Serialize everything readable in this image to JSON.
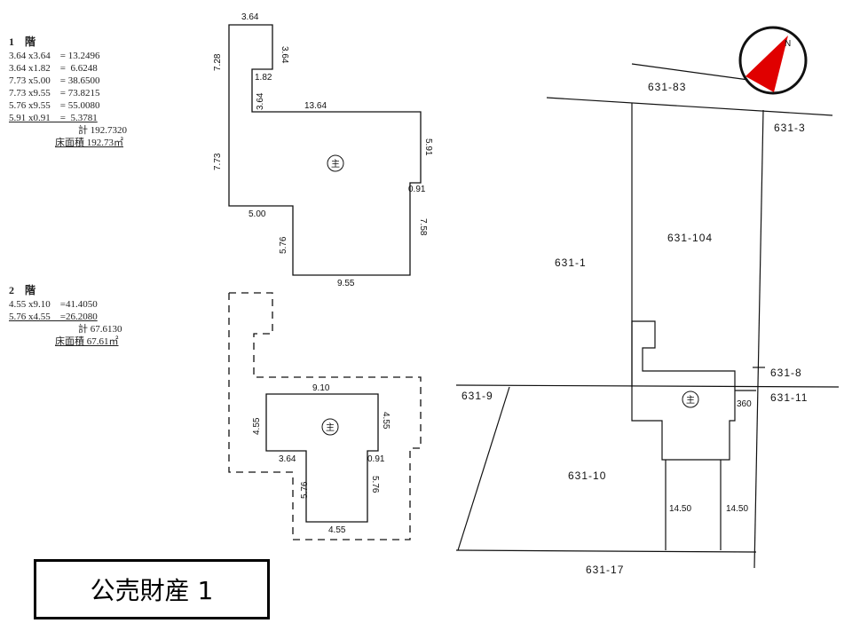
{
  "title": "公売財産 1",
  "floor1": {
    "heading": "1　階",
    "rows": [
      "3.64 x3.64　= 13.2496",
      "3.64 x1.82　=  6.6248",
      "7.73 x5.00　= 38.6500",
      "7.73 x9.55　= 73.8215",
      "5.76 x9.55　= 55.0080",
      "5.91 x0.91　=  5.3781"
    ],
    "total": "計 192.7320",
    "area": "床面積 192.73㎡"
  },
  "floor2": {
    "heading": "2　階",
    "rows": [
      "4.55 x9.10　=41.4050",
      "5.76 x4.55　=26.2080"
    ],
    "total": "計 67.6130",
    "area": "床面積 67.61㎡"
  },
  "plan1_dims": {
    "d364a": "3.64",
    "d364b": "3.64",
    "d728": "7.28",
    "d182": "1.82",
    "d364c": "3.64",
    "d1364": "13.64",
    "d773": "7.73",
    "d591": "5.91",
    "d091": "0.91",
    "d500": "5.00",
    "d576": "5.76",
    "d758": "7.58",
    "d955": "9.55",
    "main": "主"
  },
  "plan2_dims": {
    "d910": "9.10",
    "d455a": "4.55",
    "d455b": "4.55",
    "d364": "3.64",
    "d091": "0.91",
    "d576a": "5.76",
    "d576b": "5.76",
    "d455c": "4.55",
    "main": "主"
  },
  "site": {
    "lot_631_83": "631-83",
    "lot_631_3": "631-3",
    "lot_631_104": "631-104",
    "lot_631_1": "631-1",
    "lot_631_8": "631-8",
    "lot_631_11": "631-11",
    "lot_631_9": "631-9",
    "lot_631_10": "631-10",
    "lot_631_17": "631-17",
    "d360": "360",
    "d1450a": "14.50",
    "d1450b": "14.50",
    "main": "主",
    "compass_label": "N"
  },
  "colors": {
    "compass_red": "#e00000",
    "line": "#111111"
  }
}
